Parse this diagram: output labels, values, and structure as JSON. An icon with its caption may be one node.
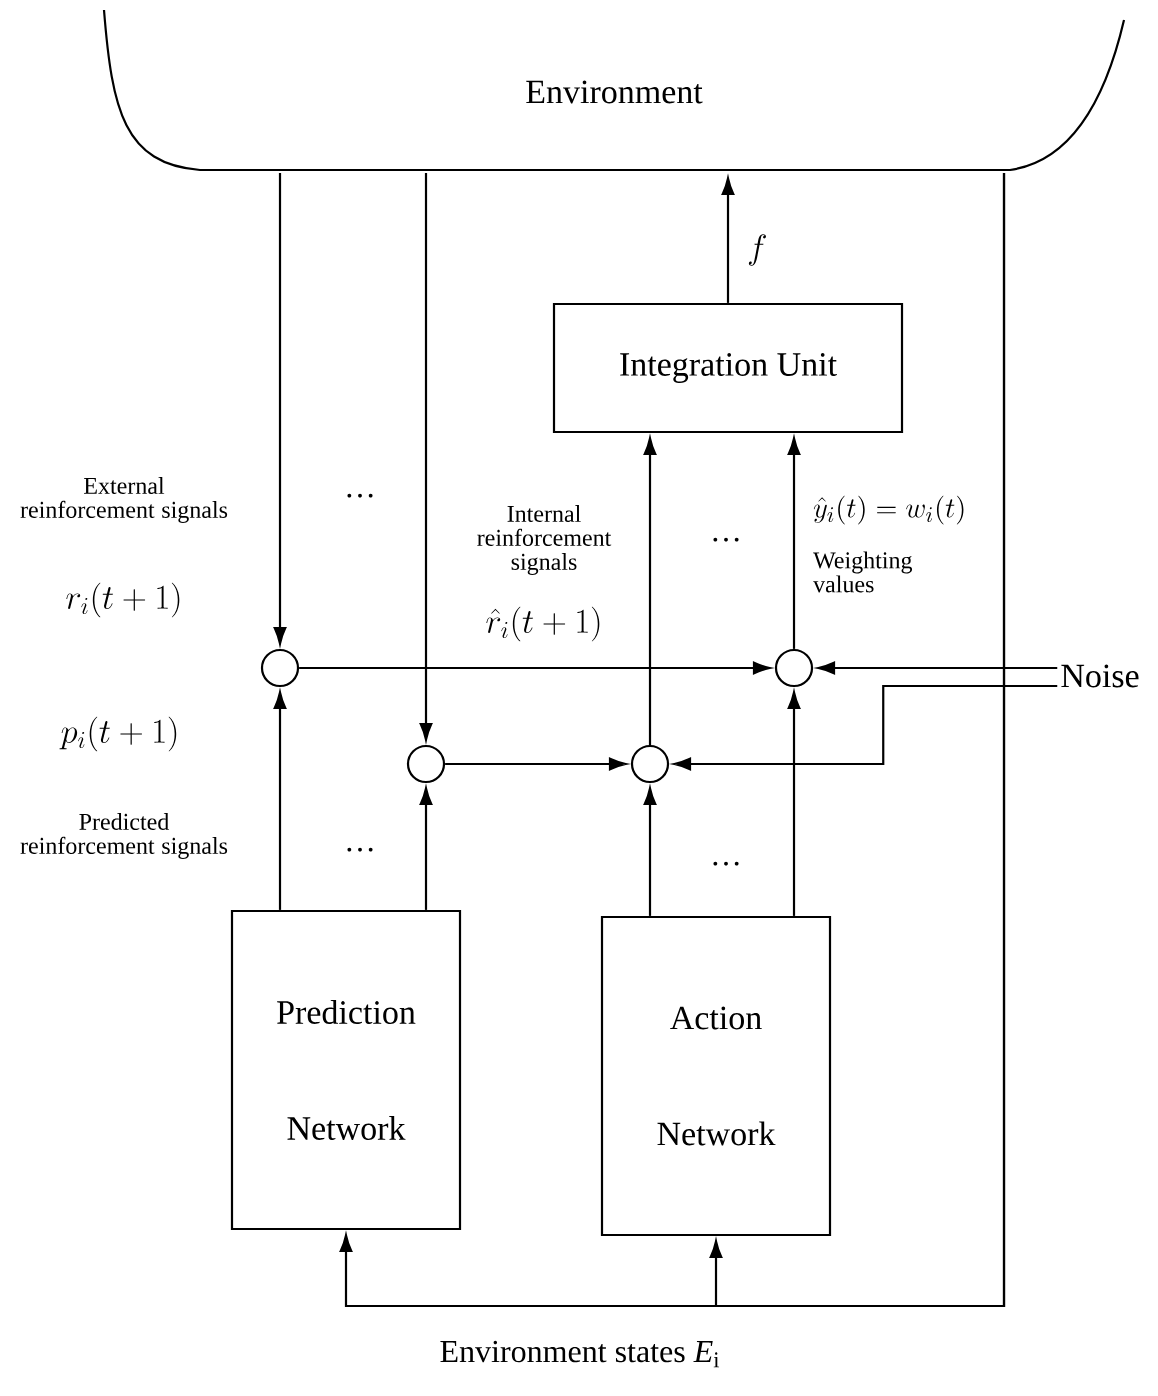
{
  "diagram": {
    "nodes": [
      {
        "text": [
          "Environment"
        ]
      },
      {
        "text": [
          "Integration Unit"
        ]
      },
      {
        "text": [
          "Prediction Network"
        ]
      },
      {
        "text": [
          "Action Network"
        ]
      },
      {
        "text": [],
        "shape": "circle"
      },
      {
        "text": [],
        "shape": "circle"
      },
      {
        "text": [],
        "shape": "circle"
      },
      {
        "text": [],
        "shape": "circle"
      },
      {
        "text": [
          "Noise"
        ]
      }
    ],
    "edges": [
      {
        "from": 0,
        "to": 4,
        "arrow": "to"
      },
      {
        "from": 0,
        "to": 5,
        "arrow": "to"
      },
      {
        "from": 1,
        "to": 0,
        "arrow": "to",
        "label": "f"
      },
      {
        "from": 2,
        "to": 4,
        "arrow": "to"
      },
      {
        "from": 2,
        "to": 5,
        "arrow": "to"
      },
      {
        "from": 3,
        "to": 6,
        "arrow": "to"
      },
      {
        "from": 3,
        "to": 7,
        "arrow": "to"
      },
      {
        "from": 4,
        "to": 7,
        "arrow": "to"
      },
      {
        "from": 5,
        "to": 6,
        "arrow": "to"
      },
      {
        "from": 6,
        "to": 1,
        "arrow": "to"
      },
      {
        "from": 7,
        "to": 1,
        "arrow": "to"
      },
      {
        "from": 8,
        "to": 7,
        "arrow": "to"
      },
      {
        "from": 8,
        "to": 6,
        "arrow": "to"
      },
      {
        "from": 0,
        "to": 2,
        "arrow": "to"
      },
      {
        "from": 0,
        "to": 3,
        "arrow": "to"
      }
    ],
    "labels": [
      "External reinforcement signals",
      "···",
      "Internal reinforcement signals",
      "···",
      "\\hat{y}_{i}(t) = w_{i}(t)",
      "Weighting values",
      "r_{i}(t+1)",
      "\\hat{r}_{i}(t+1)",
      "p_{i}(t+1)",
      "Predicted reinforcement signals",
      "···",
      "···",
      "Environment states *E*$_{i}$"
    ]
  }
}
